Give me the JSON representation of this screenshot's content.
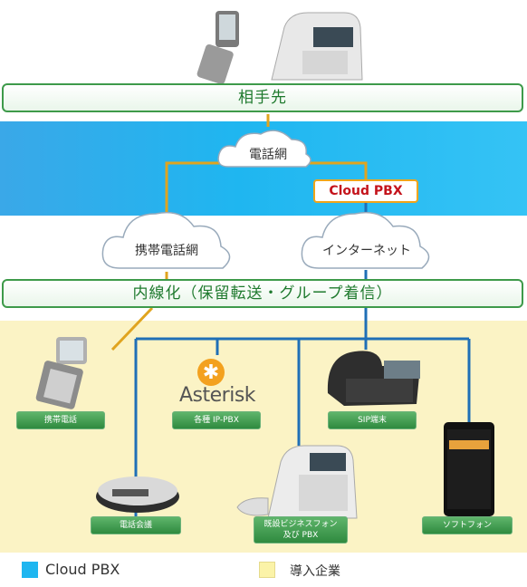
{
  "nodes": {
    "counterpart": "相手先",
    "phone_network": "電話網",
    "cloud_pbx_tag": "Cloud PBX",
    "mobile_network": "携帯電話網",
    "internet": "インターネット",
    "extension_bar": "内線化（保留転送・グループ着信）"
  },
  "devices": {
    "mobile": "携帯電話",
    "ip_pbx": "各種 IP-PBX",
    "asterisk_logo": "Asterisk",
    "sip_phone": "SIP端末",
    "conference": "電話会議",
    "existing_line1": "既設ビジネスフォン",
    "existing_line2": "及び PBX",
    "softphone": "ソフトフォン"
  },
  "legend": {
    "cloud_pbx": "Cloud PBX",
    "company": "導入企業"
  },
  "colors": {
    "band_blue": "#1fb6f0",
    "band_yellow": "#fbf3c5",
    "bar_border": "#3e9a4a",
    "orange_line": "#e0a41f",
    "blue_line": "#1f6fb6"
  }
}
